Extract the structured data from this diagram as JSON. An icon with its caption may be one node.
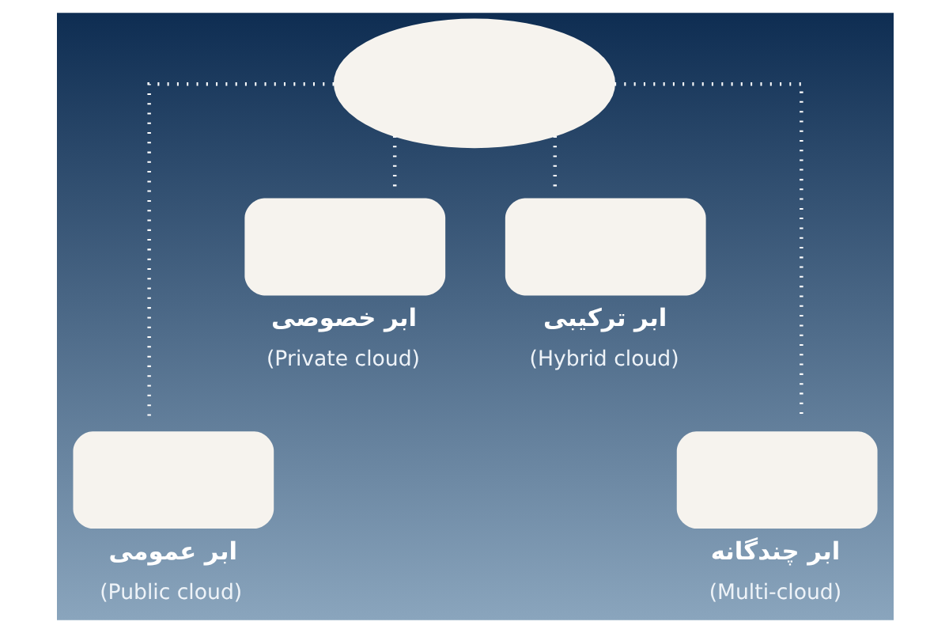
{
  "diagram": {
    "nodes": [
      {
        "text": [],
        "shape": "cloud"
      },
      {
        "text": [
          "ابر عمومی",
          "(Public cloud)"
        ]
      },
      {
        "text": [
          "ابر خصوصی",
          "(Private cloud)"
        ]
      },
      {
        "text": [
          "ابر ترکیبی",
          "(Hybrid cloud)"
        ]
      },
      {
        "text": [
          "ابر چندگانه",
          "(Multi-cloud)"
        ]
      }
    ],
    "edges": [
      {
        "from": 0,
        "to": 1,
        "arrow": "none",
        "style": "dashed"
      },
      {
        "from": 0,
        "to": 2,
        "arrow": "none",
        "style": "dashed"
      },
      {
        "from": 0,
        "to": 3,
        "arrow": "none",
        "style": "dashed"
      },
      {
        "from": 0,
        "to": 4,
        "arrow": "none",
        "style": "dashed"
      }
    ]
  }
}
